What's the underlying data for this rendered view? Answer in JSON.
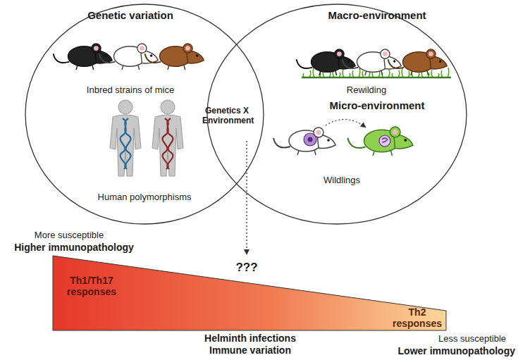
{
  "diagram": {
    "nodes": [
      {
        "text": [
          "Genetic variation",
          "Inbred strains of mice",
          "Human polymorphisms"
        ]
      },
      {
        "text": [
          "Macro-environment",
          "Rewilding",
          "Micro-environment",
          "Wildlings"
        ]
      },
      {
        "text": [
          "Th1/Th17 responses",
          "Th2 responses"
        ]
      }
    ],
    "labels": [
      "Genetics X Environment",
      "???",
      "More susceptible",
      "Higher immunopathology",
      "Helminth infections",
      "Immune variation",
      "Less susceptible",
      "Lower immunopathology"
    ]
  }
}
